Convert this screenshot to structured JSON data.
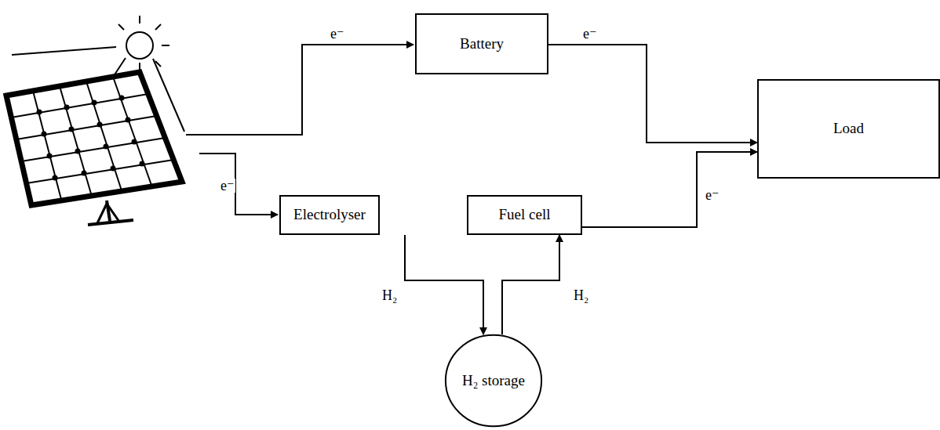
{
  "diagram": {
    "nodes": [
      {
        "text": [
          "Battery"
        ]
      },
      {
        "text": [
          "Load"
        ]
      },
      {
        "text": [
          "Electrolyser"
        ]
      },
      {
        "text": [
          "Fuel cell"
        ]
      },
      {
        "text": [
          "H₂ storage"
        ]
      }
    ],
    "edges": [
      {
        "from": 0,
        "to": 1,
        "arrow": "to",
        "label": "e⁻"
      },
      {
        "from": 2,
        "to": 4,
        "arrow": "to",
        "label": "H₂"
      },
      {
        "from": 4,
        "to": 3,
        "arrow": "to",
        "label": "H₂"
      },
      {
        "from": 3,
        "to": 1,
        "arrow": "to",
        "label": "e⁻"
      }
    ],
    "labels": [
      "e⁻",
      "e⁻"
    ]
  }
}
